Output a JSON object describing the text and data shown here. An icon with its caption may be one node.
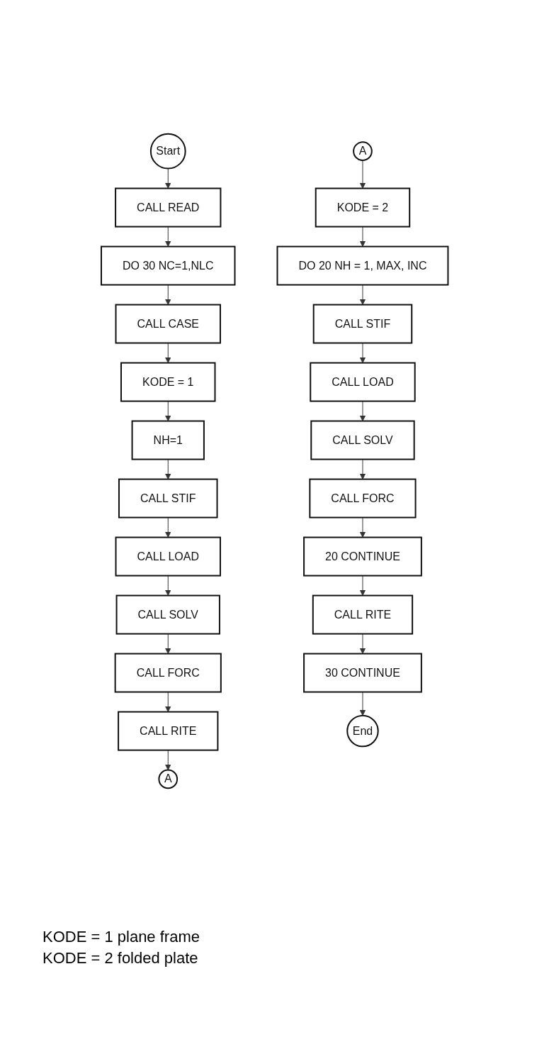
{
  "diagram": {
    "nodes": [
      {
        "text": [
          "Start"
        ]
      },
      {
        "text": [
          "CALL READ"
        ]
      },
      {
        "text": [
          "DO 30 NC=1,NLC"
        ]
      },
      {
        "text": [
          "CALL CASE"
        ]
      },
      {
        "text": [
          "KODE = 1"
        ]
      },
      {
        "text": [
          "NH=1"
        ]
      },
      {
        "text": [
          "CALL STIF"
        ]
      },
      {
        "text": [
          "CALL LOAD"
        ]
      },
      {
        "text": [
          "CALL SOLV"
        ]
      },
      {
        "text": [
          "CALL FORC"
        ]
      },
      {
        "text": [
          "CALL RITE"
        ]
      },
      {
        "text": [
          "A"
        ]
      },
      {
        "text": [
          "A"
        ]
      },
      {
        "text": [
          "KODE = 2"
        ]
      },
      {
        "text": [
          "DO 20 NH = 1, MAX, INC"
        ]
      },
      {
        "text": [
          "CALL STIF"
        ]
      },
      {
        "text": [
          "CALL LOAD"
        ]
      },
      {
        "text": [
          "CALL SOLV"
        ]
      },
      {
        "text": [
          "CALL FORC"
        ]
      },
      {
        "text": [
          "20 CONTINUE"
        ]
      },
      {
        "text": [
          "CALL RITE"
        ]
      },
      {
        "text": [
          "30 CONTINUE"
        ]
      },
      {
        "text": [
          "End"
        ]
      }
    ],
    "edges": [
      {
        "from": 0,
        "to": 1,
        "arrow": "to"
      },
      {
        "from": 1,
        "to": 2,
        "arrow": "to"
      },
      {
        "from": 2,
        "to": 3,
        "arrow": "to"
      },
      {
        "from": 3,
        "to": 4,
        "arrow": "to"
      },
      {
        "from": 4,
        "to": 5,
        "arrow": "to"
      },
      {
        "from": 5,
        "to": 6,
        "arrow": "to"
      },
      {
        "from": 6,
        "to": 7,
        "arrow": "to"
      },
      {
        "from": 7,
        "to": 8,
        "arrow": "to"
      },
      {
        "from": 8,
        "to": 9,
        "arrow": "to"
      },
      {
        "from": 9,
        "to": 10,
        "arrow": "to"
      },
      {
        "from": 10,
        "to": 11,
        "arrow": "to"
      },
      {
        "from": 12,
        "to": 13,
        "arrow": "to"
      },
      {
        "from": 13,
        "to": 14,
        "arrow": "to"
      },
      {
        "from": 14,
        "to": 15,
        "arrow": "to"
      },
      {
        "from": 15,
        "to": 16,
        "arrow": "to"
      },
      {
        "from": 16,
        "to": 17,
        "arrow": "to"
      },
      {
        "from": 17,
        "to": 18,
        "arrow": "to"
      },
      {
        "from": 18,
        "to": 19,
        "arrow": "to"
      },
      {
        "from": 19,
        "to": 20,
        "arrow": "to"
      },
      {
        "from": 20,
        "to": 21,
        "arrow": "to"
      },
      {
        "from": 21,
        "to": 22,
        "arrow": "to"
      }
    ],
    "labels": [
      "KODE = 1 plane frame",
      "KODE = 2 folded plate"
    ]
  }
}
